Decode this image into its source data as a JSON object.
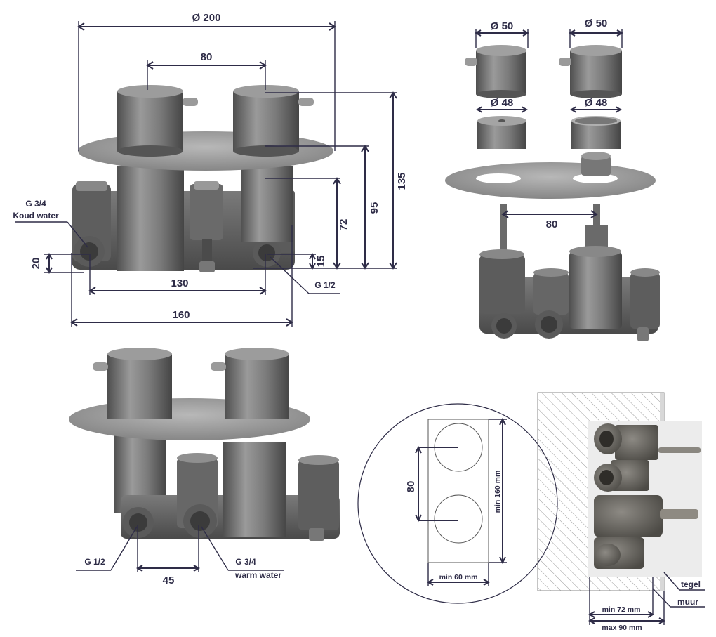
{
  "colors": {
    "metal_dark": "#5a5a5a",
    "metal_mid": "#878787",
    "metal_light": "#b9b9b9",
    "dimension_line": "#2e2c47",
    "hatch": "#9a9a9a"
  },
  "view1": {
    "dia_plate": "Ø 200",
    "handle_spacing": "80",
    "height_total": "135",
    "height_plate": "95",
    "height_body": "72",
    "offset_inlet": "15",
    "offset_left": "20",
    "inlet_spacing": "130",
    "body_width": "160",
    "outlet_thread": "G 1/2",
    "cold_thread": "G 3/4",
    "cold_label": "Koud water"
  },
  "view2": {
    "knob_dia_left": "Ø 50",
    "knob_dia_right": "Ø 50",
    "sleeve_dia_left": "Ø 48",
    "sleeve_dia_right": "Ø 48",
    "spindle_spacing": "80"
  },
  "view3": {
    "left_thread": "G 1/2",
    "right_thread": "G 3/4",
    "right_label": "warm water",
    "spacing": "45"
  },
  "view4": {
    "spacing": "80",
    "min_height": "min 160 mm",
    "min_width": "min 60 mm"
  },
  "view5": {
    "tile_label": "tegel",
    "wall_label": "muur",
    "min_depth": "min 72 mm",
    "max_depth": "max 90 mm"
  }
}
